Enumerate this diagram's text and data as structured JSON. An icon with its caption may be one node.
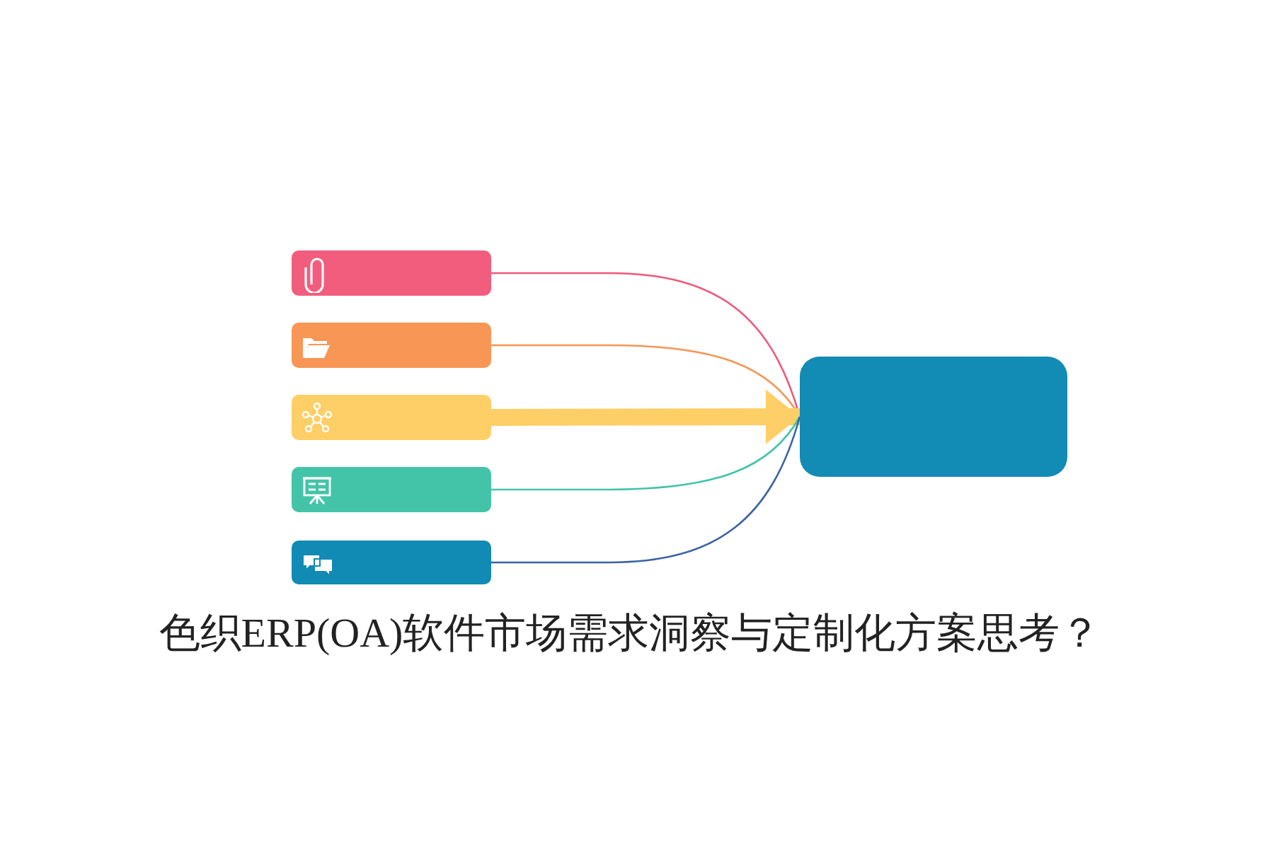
{
  "diagram": {
    "title": "色织ERP(OA)软件市场需求洞察与定制化方案思考？",
    "nodes": [
      {
        "text": [],
        "shape": "bar"
      },
      {
        "text": [],
        "shape": "bar"
      },
      {
        "text": [],
        "shape": "bar"
      },
      {
        "text": [],
        "shape": "bar"
      },
      {
        "text": [],
        "shape": "bar"
      },
      {
        "text": [],
        "shape": "box"
      }
    ],
    "edges": [
      {
        "from": 0,
        "to": 5,
        "arrow": "none",
        "color": "#f0587a"
      },
      {
        "from": 1,
        "to": 5,
        "arrow": "none",
        "color": "#f79553"
      },
      {
        "from": 2,
        "to": 5,
        "arrow": "to",
        "style": "thick",
        "color": "#fecf67"
      },
      {
        "from": 3,
        "to": 5,
        "arrow": "none",
        "color": "#42c4a8"
      },
      {
        "from": 4,
        "to": 5,
        "arrow": "none",
        "color": "#3b63a4"
      }
    ]
  }
}
